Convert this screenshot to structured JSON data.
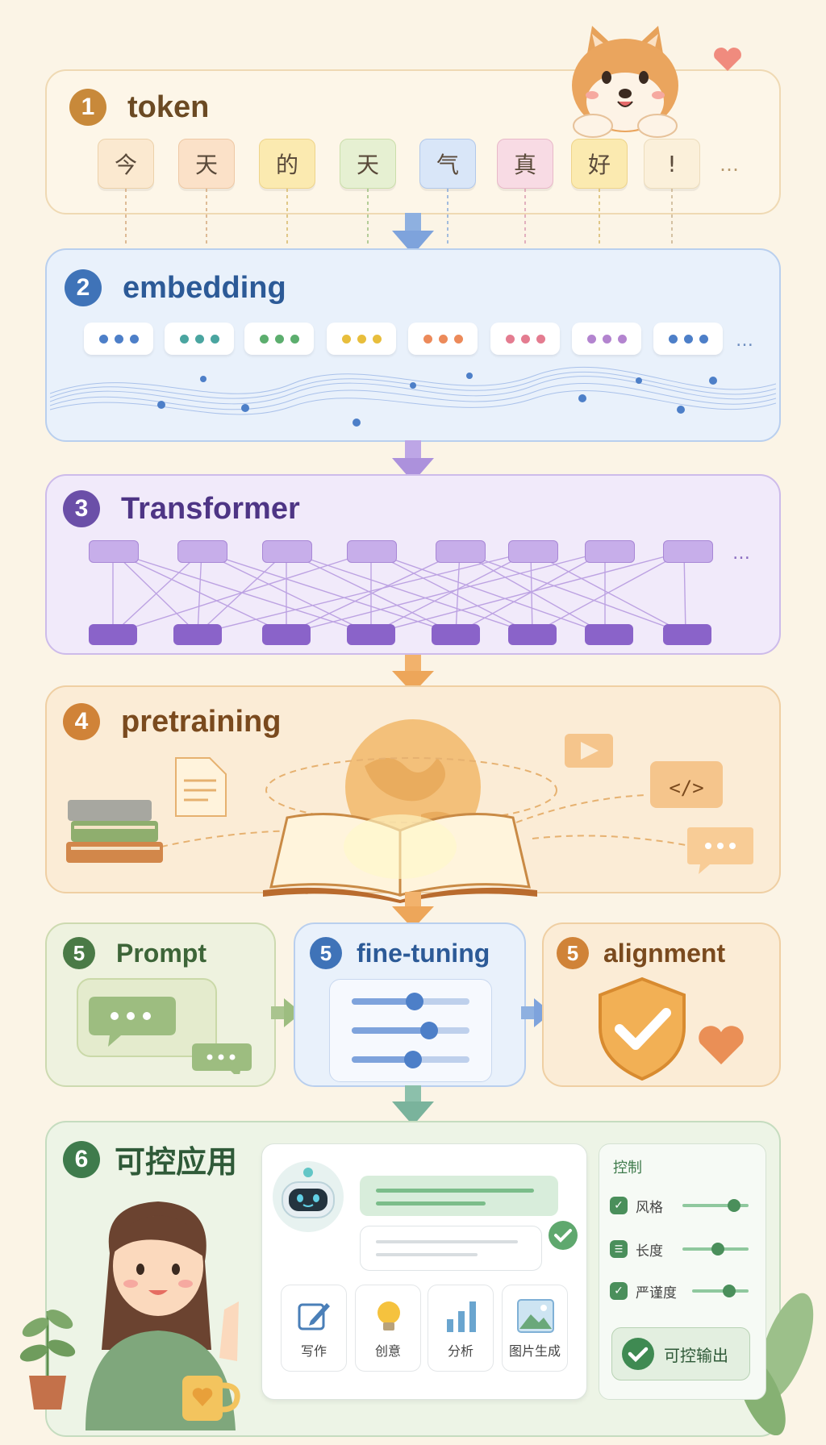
{
  "colors": {
    "background": "#fbf4e6",
    "token": "#c8893a",
    "embedding": "#3f73b8",
    "transformer": "#6b4fa8",
    "pretraining": "#d08338",
    "prompt": "#4a7a46",
    "finetuning": "#3f73b8",
    "alignment": "#d08338",
    "application": "#3f7b4c"
  },
  "stages": {
    "token": {
      "number": "1",
      "title": "token",
      "tokens": [
        "今",
        "天",
        "的",
        "天",
        "气",
        "真",
        "好",
        "!"
      ],
      "more": "…"
    },
    "embedding": {
      "number": "2",
      "title": "embedding",
      "more": "…"
    },
    "transformer": {
      "number": "3",
      "title": "Transformer",
      "more": "…"
    },
    "pretraining": {
      "number": "4",
      "title": "pretraining",
      "code_icon": "</>"
    },
    "prompt": {
      "number": "5",
      "title": "Prompt"
    },
    "finetuning": {
      "number": "5",
      "title": "fine-tuning"
    },
    "alignment": {
      "number": "5",
      "title": "alignment"
    },
    "application": {
      "number": "6",
      "title": "可控应用",
      "features": [
        "写作",
        "创意",
        "分析",
        "图片生成"
      ],
      "control_title": "控制",
      "controls": [
        {
          "label": "风格",
          "level": 0.8
        },
        {
          "label": "长度",
          "level": 0.55
        },
        {
          "label": "严谨度",
          "level": 0.65
        }
      ],
      "output_label": "可控输出"
    }
  },
  "icons": [
    "shiba-dog-icon",
    "heart-icon",
    "book-stack-icon",
    "document-icon",
    "globe-icon",
    "open-book-icon",
    "video-icon",
    "code-icon",
    "chat-bubble-icon",
    "slider-icon",
    "shield-check-icon",
    "robot-icon",
    "check-icon",
    "pencil-icon",
    "lightbulb-icon",
    "bar-chart-icon",
    "image-icon",
    "plant-icon",
    "mug-icon",
    "woman-icon"
  ]
}
